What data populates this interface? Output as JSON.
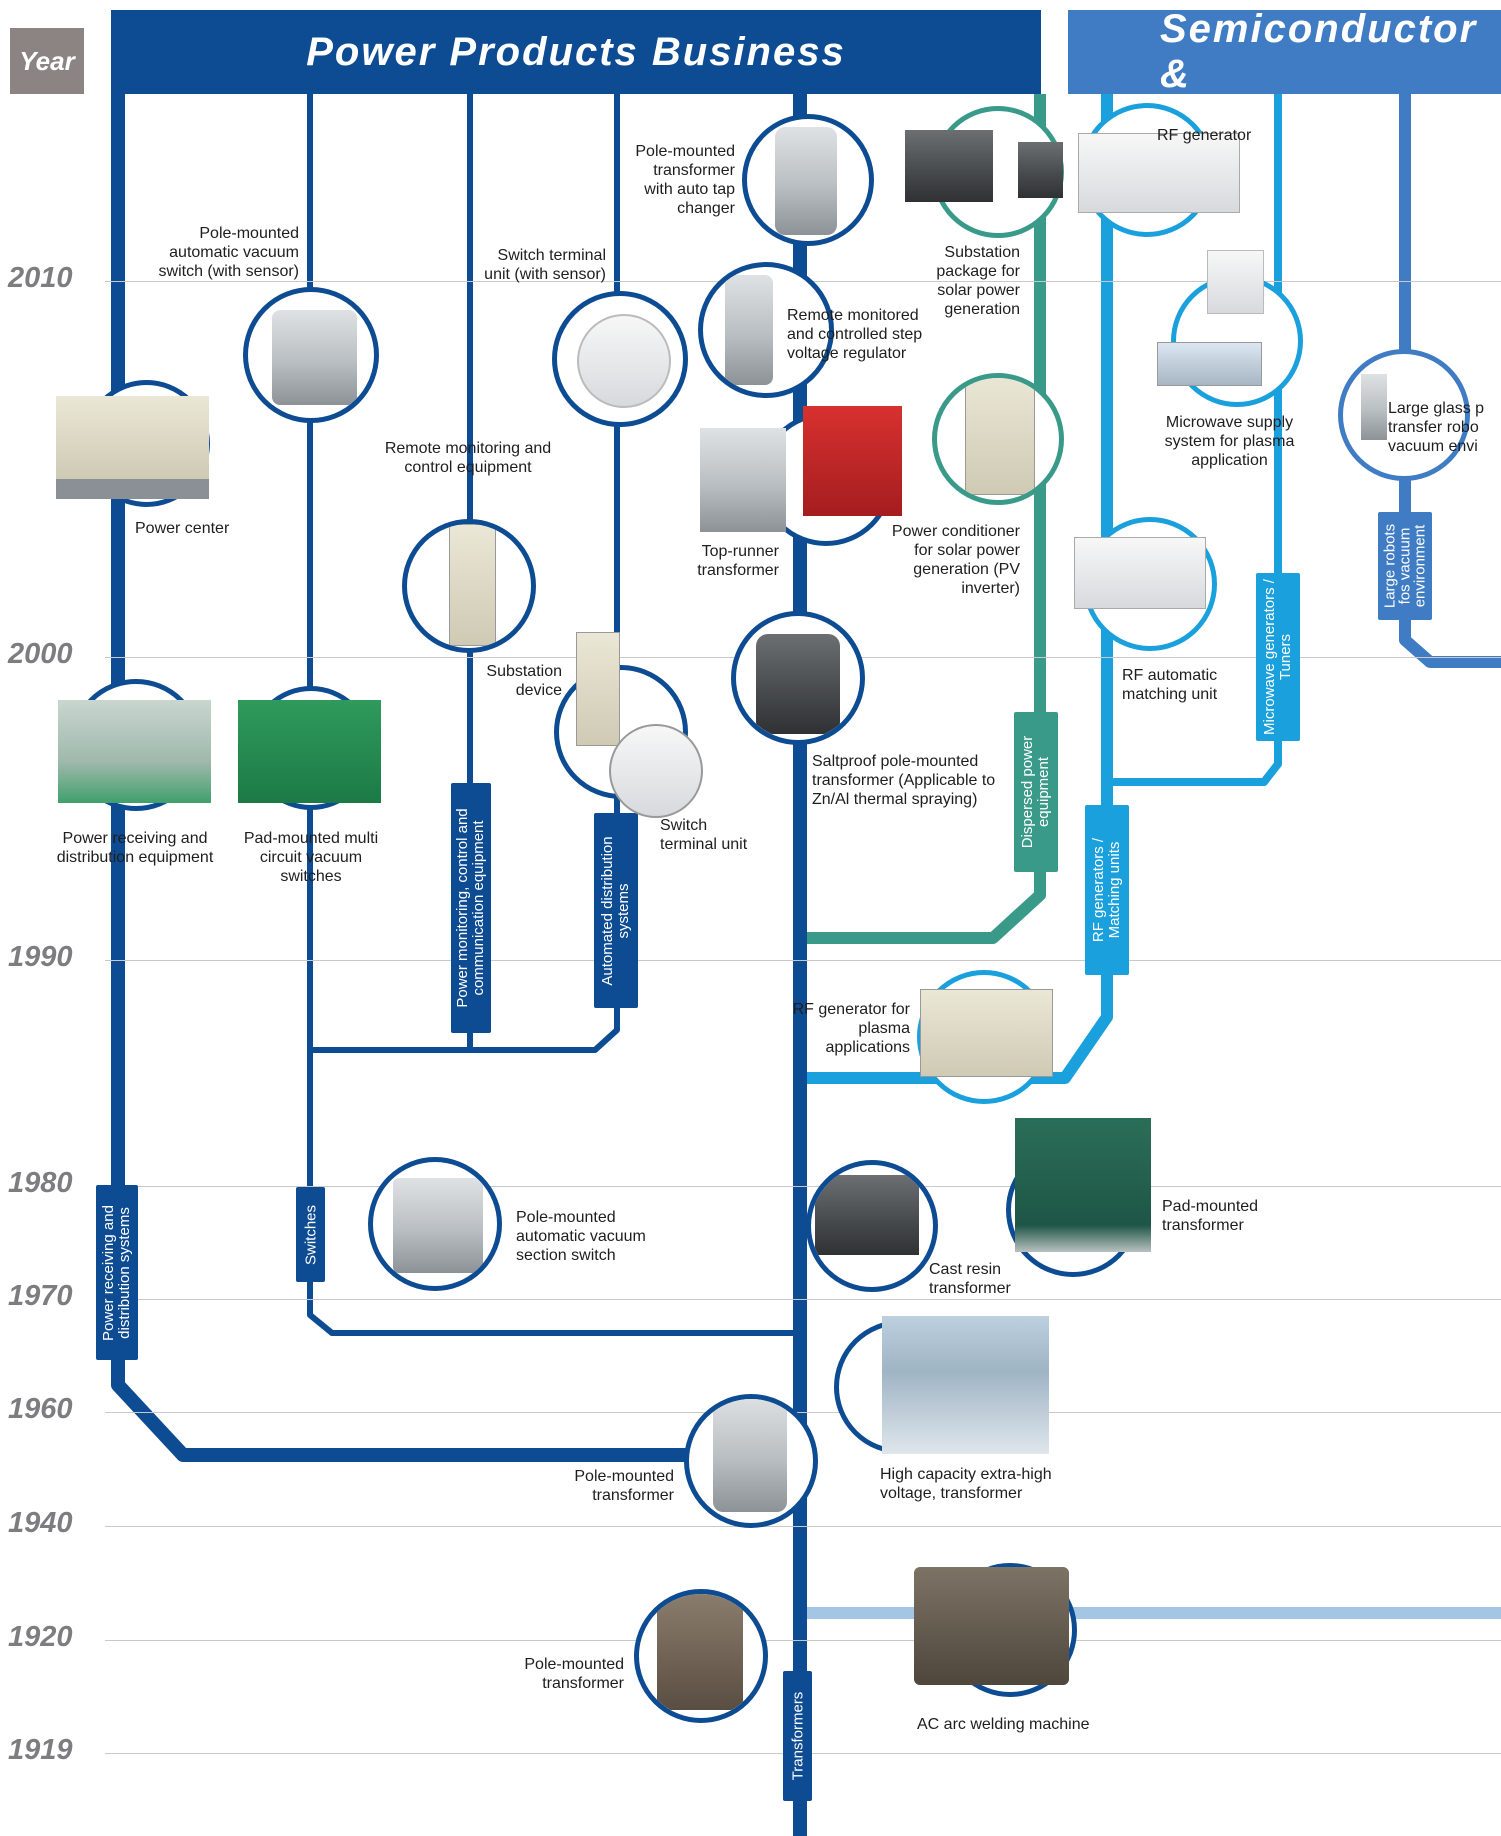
{
  "header": {
    "year_label": "Year",
    "power_products": "Power Products Business",
    "semiconductor": "Semiconductor &"
  },
  "years": [
    "2010",
    "2000",
    "1990",
    "1980",
    "1970",
    "1960",
    "1940",
    "1920",
    "1919"
  ],
  "branch_labels": {
    "power_receiving": "Power receiving and distribution systems",
    "switches": "Switches",
    "power_monitoring": "Power monitoring, control and communication equipment",
    "automated_distribution": "Automated distribution systems",
    "transformers": "Transformers",
    "dispersed_power": "Dispersed power equipment",
    "rf_generators": "RF generators / Matching units",
    "microwave": "Microwave generators / Tuners",
    "large_robots": "Large robots fos vacuum environment"
  },
  "products": {
    "pole_auto_vacuum_sensor": "Pole-mounted automatic vacuum switch (with sensor)",
    "switch_terminal_sensor": "Switch terminal unit (with sensor)",
    "pole_auto_tap": "Pole-mounted transformer with auto tap changer",
    "substation_solar": "Substation package for solar power generation",
    "rf_generator": "RF generator",
    "remote_step_regulator": "Remote monitored and controlled step voltage regulator",
    "power_center": "Power center",
    "remote_monitoring": "Remote monitoring and control equipment",
    "microwave_supply": "Microwave supply system for plasma application",
    "large_glass": "Large glass p transfer robo vacuum envi",
    "top_runner": "Top-runner transformer",
    "power_conditioner": "Power conditioner for solar power generation (PV inverter)",
    "rf_matching": "RF automatic matching unit",
    "substation_device": "Substation device",
    "power_receiving_eq": "Power receiving and distribution equipment",
    "pad_multi_circuit": "Pad-mounted multi circuit vacuum switches",
    "switch_terminal": "Switch terminal unit",
    "saltproof": "Saltproof pole-mounted transformer (Applicable to Zn/Al thermal spraying)",
    "rf_plasma": "RF generator for plasma applications",
    "pole_auto_section": "Pole-mounted automatic vacuum section switch",
    "cast_resin": "Cast resin transformer",
    "pad_transformer": "Pad-mounted transformer",
    "pole_transformer_1960": "Pole-mounted transformer",
    "high_capacity": "High capacity extra-high voltage, transformer",
    "pole_transformer_1920": "Pole-mounted transformer",
    "ac_arc": "AC arc welding machine"
  },
  "colors": {
    "power_products": "#0d4c92",
    "dispersed": "#3a9a8a",
    "rf": "#1aa0dc",
    "semiconductor": "#3f7cc4",
    "welding": "#a3c6e4",
    "year_text": "#7d7d80"
  }
}
